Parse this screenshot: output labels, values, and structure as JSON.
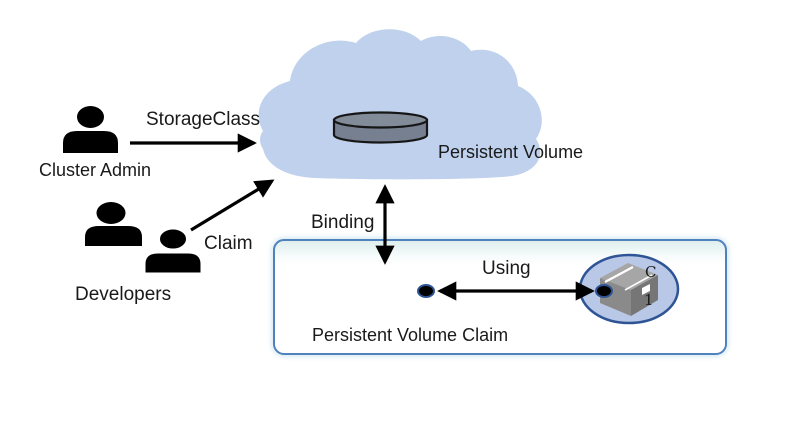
{
  "diagram": {
    "labels": {
      "cluster_admin": "Cluster Admin",
      "developers": "Developers",
      "storage_class": "StorageClass",
      "claim": "Claim",
      "binding": "Binding",
      "using": "Using",
      "persistent_volume": "Persistent Volume",
      "persistent_volume_claim": "Persistent Volume Claim",
      "container_letter": "C",
      "container_number": "1"
    },
    "colors": {
      "cloud_fill": "#bfd1ec",
      "disk_top": "#828b98",
      "disk_body": "#778090",
      "disk_stroke": "#161616",
      "pod_fill": "#b9c8e6",
      "pod_stroke": "#2f5496",
      "pvc_border": "#4f81bd",
      "pvc_fill_tint": "#ddeeed",
      "pvc_halo": "#c8e2ee",
      "arrow_color": "#000000",
      "actor_color": "#000000",
      "box_top": "#a6a6a6",
      "box_left": "#8a8a8a",
      "box_right": "#767676",
      "text_color": "#1a1a1a"
    }
  }
}
